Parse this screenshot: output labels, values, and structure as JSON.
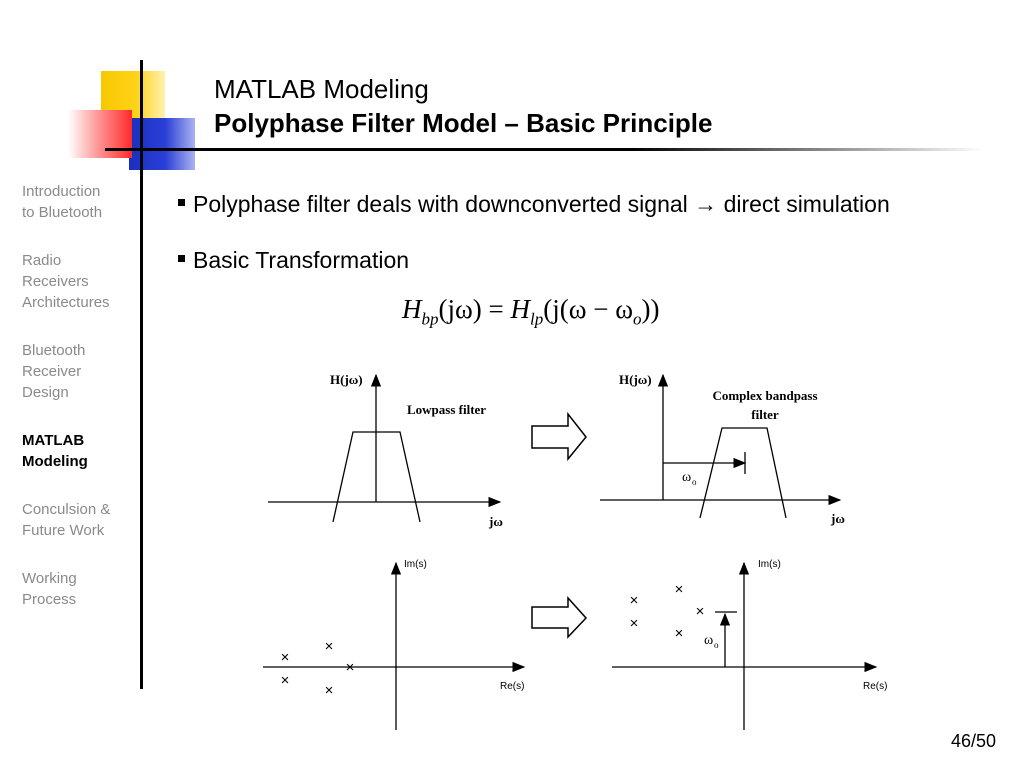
{
  "slide": {
    "title_line1": "MATLAB Modeling",
    "title_line2": "Polyphase Filter Model – Basic Principle",
    "page_number": "46/50"
  },
  "sidebar": {
    "items": [
      {
        "label": "Introduction\nto Bluetooth",
        "active": false
      },
      {
        "label": "Radio\nReceivers\nArchitectures",
        "active": false
      },
      {
        "label": "Bluetooth\nReceiver\nDesign",
        "active": false
      },
      {
        "label": "MATLAB\nModeling",
        "active": true
      },
      {
        "label": "Conculsion &\nFuture Work",
        "active": false
      },
      {
        "label": "Working\nProcess",
        "active": false
      }
    ]
  },
  "bullets": {
    "b1_text": "Polyphase filter deals with downconverted signal",
    "b1_arrow": "→",
    "b1_tail": "direct simulation",
    "b2_text": "Basic Transformation"
  },
  "formula": {
    "H": "H",
    "bp": "bp",
    "lp": "lp",
    "arg_left": "(jω) = ",
    "arg_right_open": "(j(ω − ω",
    "o": "o",
    "arg_right_close": "))"
  },
  "diagram": {
    "lowpass": {
      "ylabel": "H(jω)",
      "xlabel": "jω",
      "caption": "Lowpass filter"
    },
    "bandpass": {
      "ylabel": "H(jω)",
      "xlabel": "jω",
      "caption_line1": "Complex bandpass",
      "caption_line2": "filter",
      "shift_label": "ω",
      "shift_sub": "o"
    },
    "pz_left": {
      "ylabel": "Im(s)",
      "xlabel": "Re(s)"
    },
    "pz_right": {
      "ylabel": "Im(s)",
      "xlabel": "Re(s)",
      "shift_label": "ω",
      "shift_sub": "o"
    },
    "pole_marker": "×"
  }
}
